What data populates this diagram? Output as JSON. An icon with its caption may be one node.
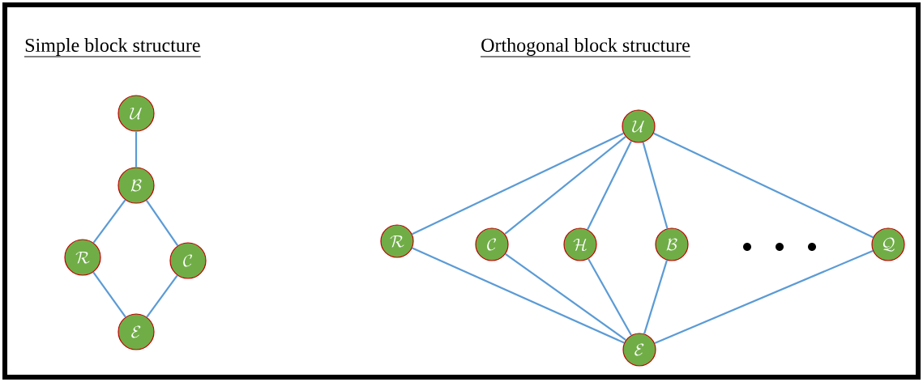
{
  "diagram": {
    "nodes": [
      {
        "text": [
          "\\mathcal{U}"
        ]
      },
      {
        "text": [
          "\\mathcal{B}"
        ]
      },
      {
        "text": [
          "\\mathcal{R}"
        ]
      },
      {
        "text": [
          "\\mathcal{C}"
        ]
      },
      {
        "text": [
          "\\mathcal{E}"
        ]
      },
      {
        "text": [
          "\\mathcal{U}"
        ]
      },
      {
        "text": [
          "\\mathcal{R}"
        ]
      },
      {
        "text": [
          "\\mathcal{C}"
        ]
      },
      {
        "text": [
          "\\mathcal{H}"
        ]
      },
      {
        "text": [
          "\\mathcal{B}"
        ]
      },
      {
        "text": [
          "\\mathcal{Q}"
        ]
      },
      {
        "text": [
          "\\mathcal{E}"
        ]
      }
    ],
    "edges": [
      {
        "from": 0,
        "to": 1,
        "arrow": "none"
      },
      {
        "from": 1,
        "to": 2,
        "arrow": "none"
      },
      {
        "from": 1,
        "to": 3,
        "arrow": "none"
      },
      {
        "from": 2,
        "to": 4,
        "arrow": "none"
      },
      {
        "from": 3,
        "to": 4,
        "arrow": "none"
      },
      {
        "from": 5,
        "to": 6,
        "arrow": "none"
      },
      {
        "from": 5,
        "to": 7,
        "arrow": "none"
      },
      {
        "from": 5,
        "to": 8,
        "arrow": "none"
      },
      {
        "from": 5,
        "to": 9,
        "arrow": "none"
      },
      {
        "from": 5,
        "to": 10,
        "arrow": "none"
      },
      {
        "from": 6,
        "to": 11,
        "arrow": "none"
      },
      {
        "from": 7,
        "to": 11,
        "arrow": "none"
      },
      {
        "from": 8,
        "to": 11,
        "arrow": "none"
      },
      {
        "from": 9,
        "to": 11,
        "arrow": "none"
      },
      {
        "from": 10,
        "to": 11,
        "arrow": "none"
      }
    ],
    "labels": [
      "Simple block structure",
      "Orthogonal block structure"
    ]
  }
}
